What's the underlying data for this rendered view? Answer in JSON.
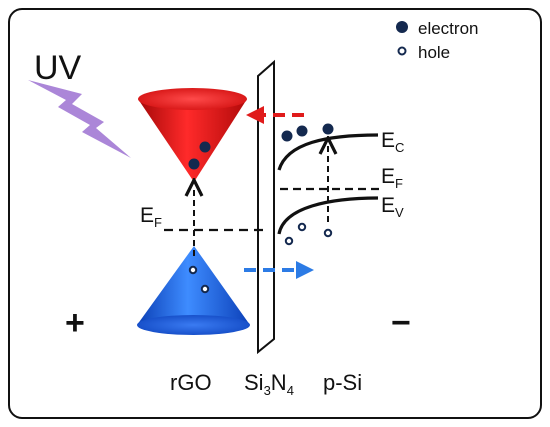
{
  "legend": {
    "electron": "electron",
    "hole": "hole"
  },
  "light_source": {
    "label": "UV",
    "color": "#A77FD6"
  },
  "terminals": {
    "positive": "+",
    "negative": "−"
  },
  "materials": {
    "left": "rGO",
    "middle_base": "Si",
    "middle_sub1": "3",
    "middle_mid": "N",
    "middle_sub2": "4",
    "right": "p-Si"
  },
  "energy_labels": {
    "fermi_left_base": "E",
    "fermi_left_sub": "F",
    "conduction_base": "E",
    "conduction_sub": "C",
    "fermi_right_base": "E",
    "fermi_right_sub": "F",
    "valence_base": "E",
    "valence_sub": "V"
  },
  "colors": {
    "upper_cone": "#F01D1D",
    "lower_cone": "#1E63E6",
    "electron": "#14294F",
    "red_arrow": "#E01B1B",
    "blue_arrow": "#2C7BE5"
  },
  "icons": {
    "uv_bolt": "lightning-bolt-icon",
    "electron": "filled-circle-icon",
    "hole": "open-circle-icon"
  }
}
